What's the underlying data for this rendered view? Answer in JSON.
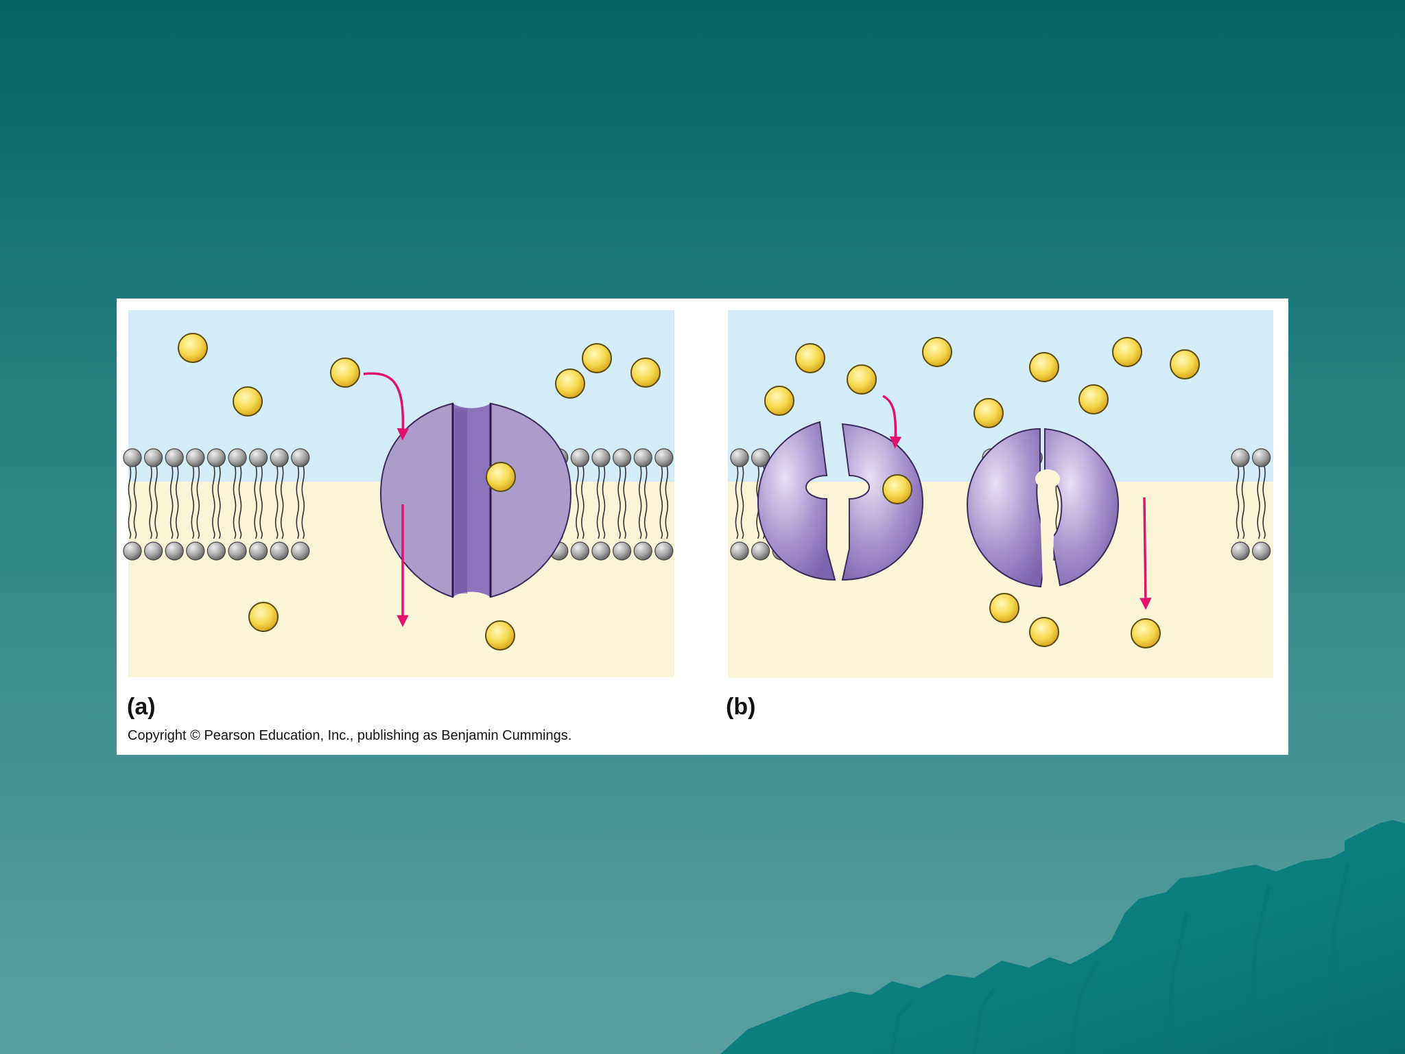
{
  "figure": {
    "panel_a_label": "(a)",
    "panel_b_label": "(b)",
    "copyright": "Copyright © Pearson Education, Inc., publishing as Benjamin Cummings."
  },
  "colors": {
    "background_top": "#046563",
    "background_bottom": "#5a9fa0",
    "extracellular_fluid": "#d4ecf8",
    "cytoplasm": "#fbf5d8",
    "protein": "#a896c8",
    "solute": "#f5d44e",
    "arrow": "#e0126d",
    "phospholipid_head": "#9a9a9a"
  },
  "icons": [
    "phospholipid-head-icon",
    "solute-molecule-icon",
    "channel-protein-icon",
    "carrier-protein-icon",
    "transport-arrow-icon"
  ]
}
